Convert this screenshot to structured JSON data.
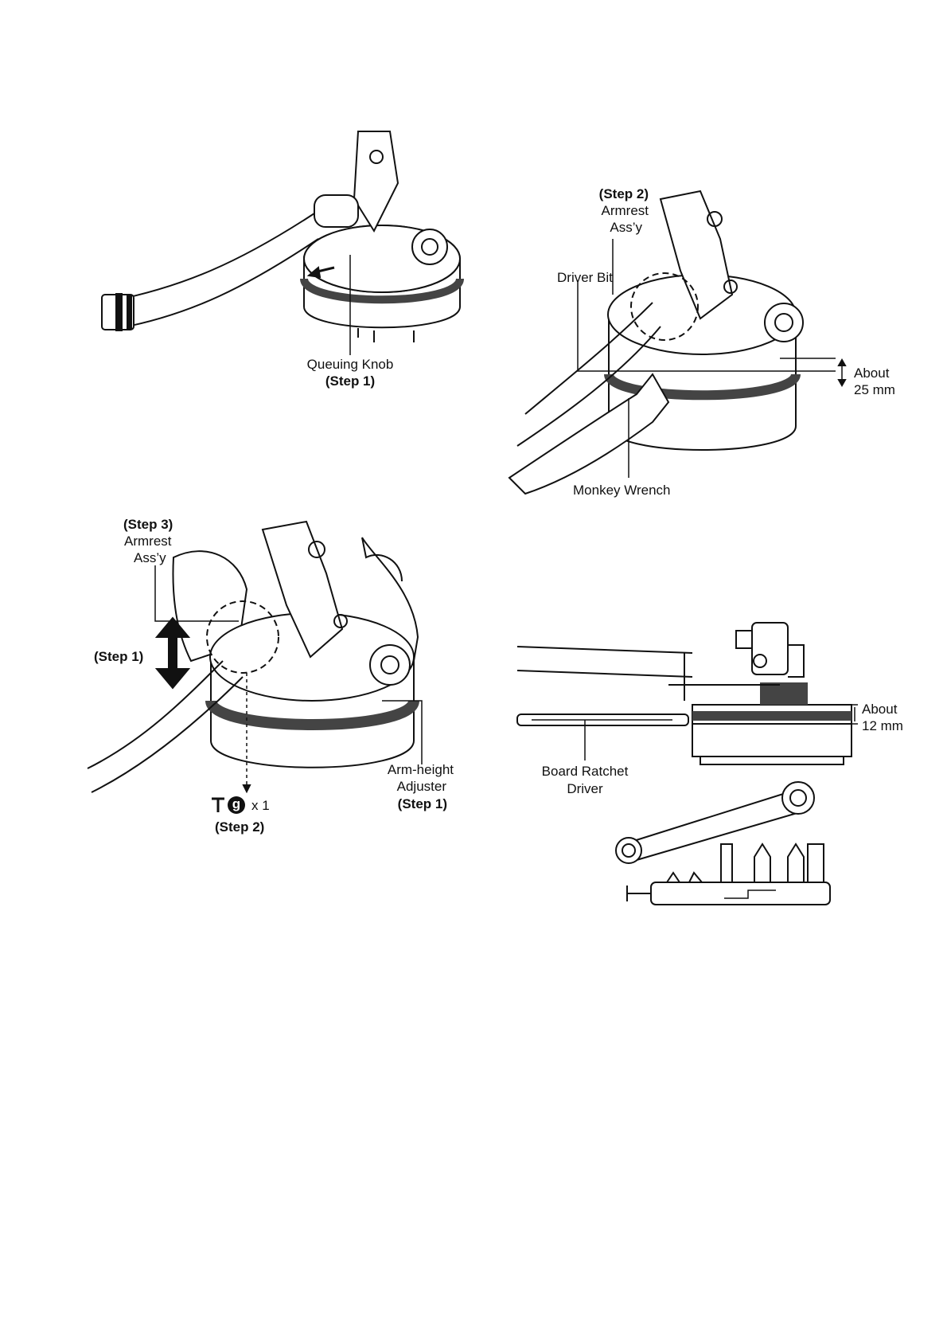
{
  "figure1": {
    "queuing_knob": "Queuing Knob",
    "step1": "(Step 1)"
  },
  "figure2": {
    "step2": "(Step 2)",
    "armrest": "Armrest",
    "assy": "Ass’y",
    "driver_bit": "Driver Bit",
    "about": "About",
    "distance": "25 mm",
    "monkey_wrench": "Monkey Wrench"
  },
  "figure3": {
    "step3": "(Step 3)",
    "armrest": "Armrest",
    "assy": "Ass’y",
    "step1_arrow": "(Step 1)",
    "screw_badge": "g",
    "screw_qty": "x 1",
    "step2": "(Step 2)",
    "arm_height": "Arm-height",
    "adjuster": "Adjuster",
    "step1_adjuster": "(Step 1)"
  },
  "figure4": {
    "about": "About",
    "distance": "12 mm",
    "board_ratchet": "Board Ratchet",
    "driver": "Driver"
  }
}
